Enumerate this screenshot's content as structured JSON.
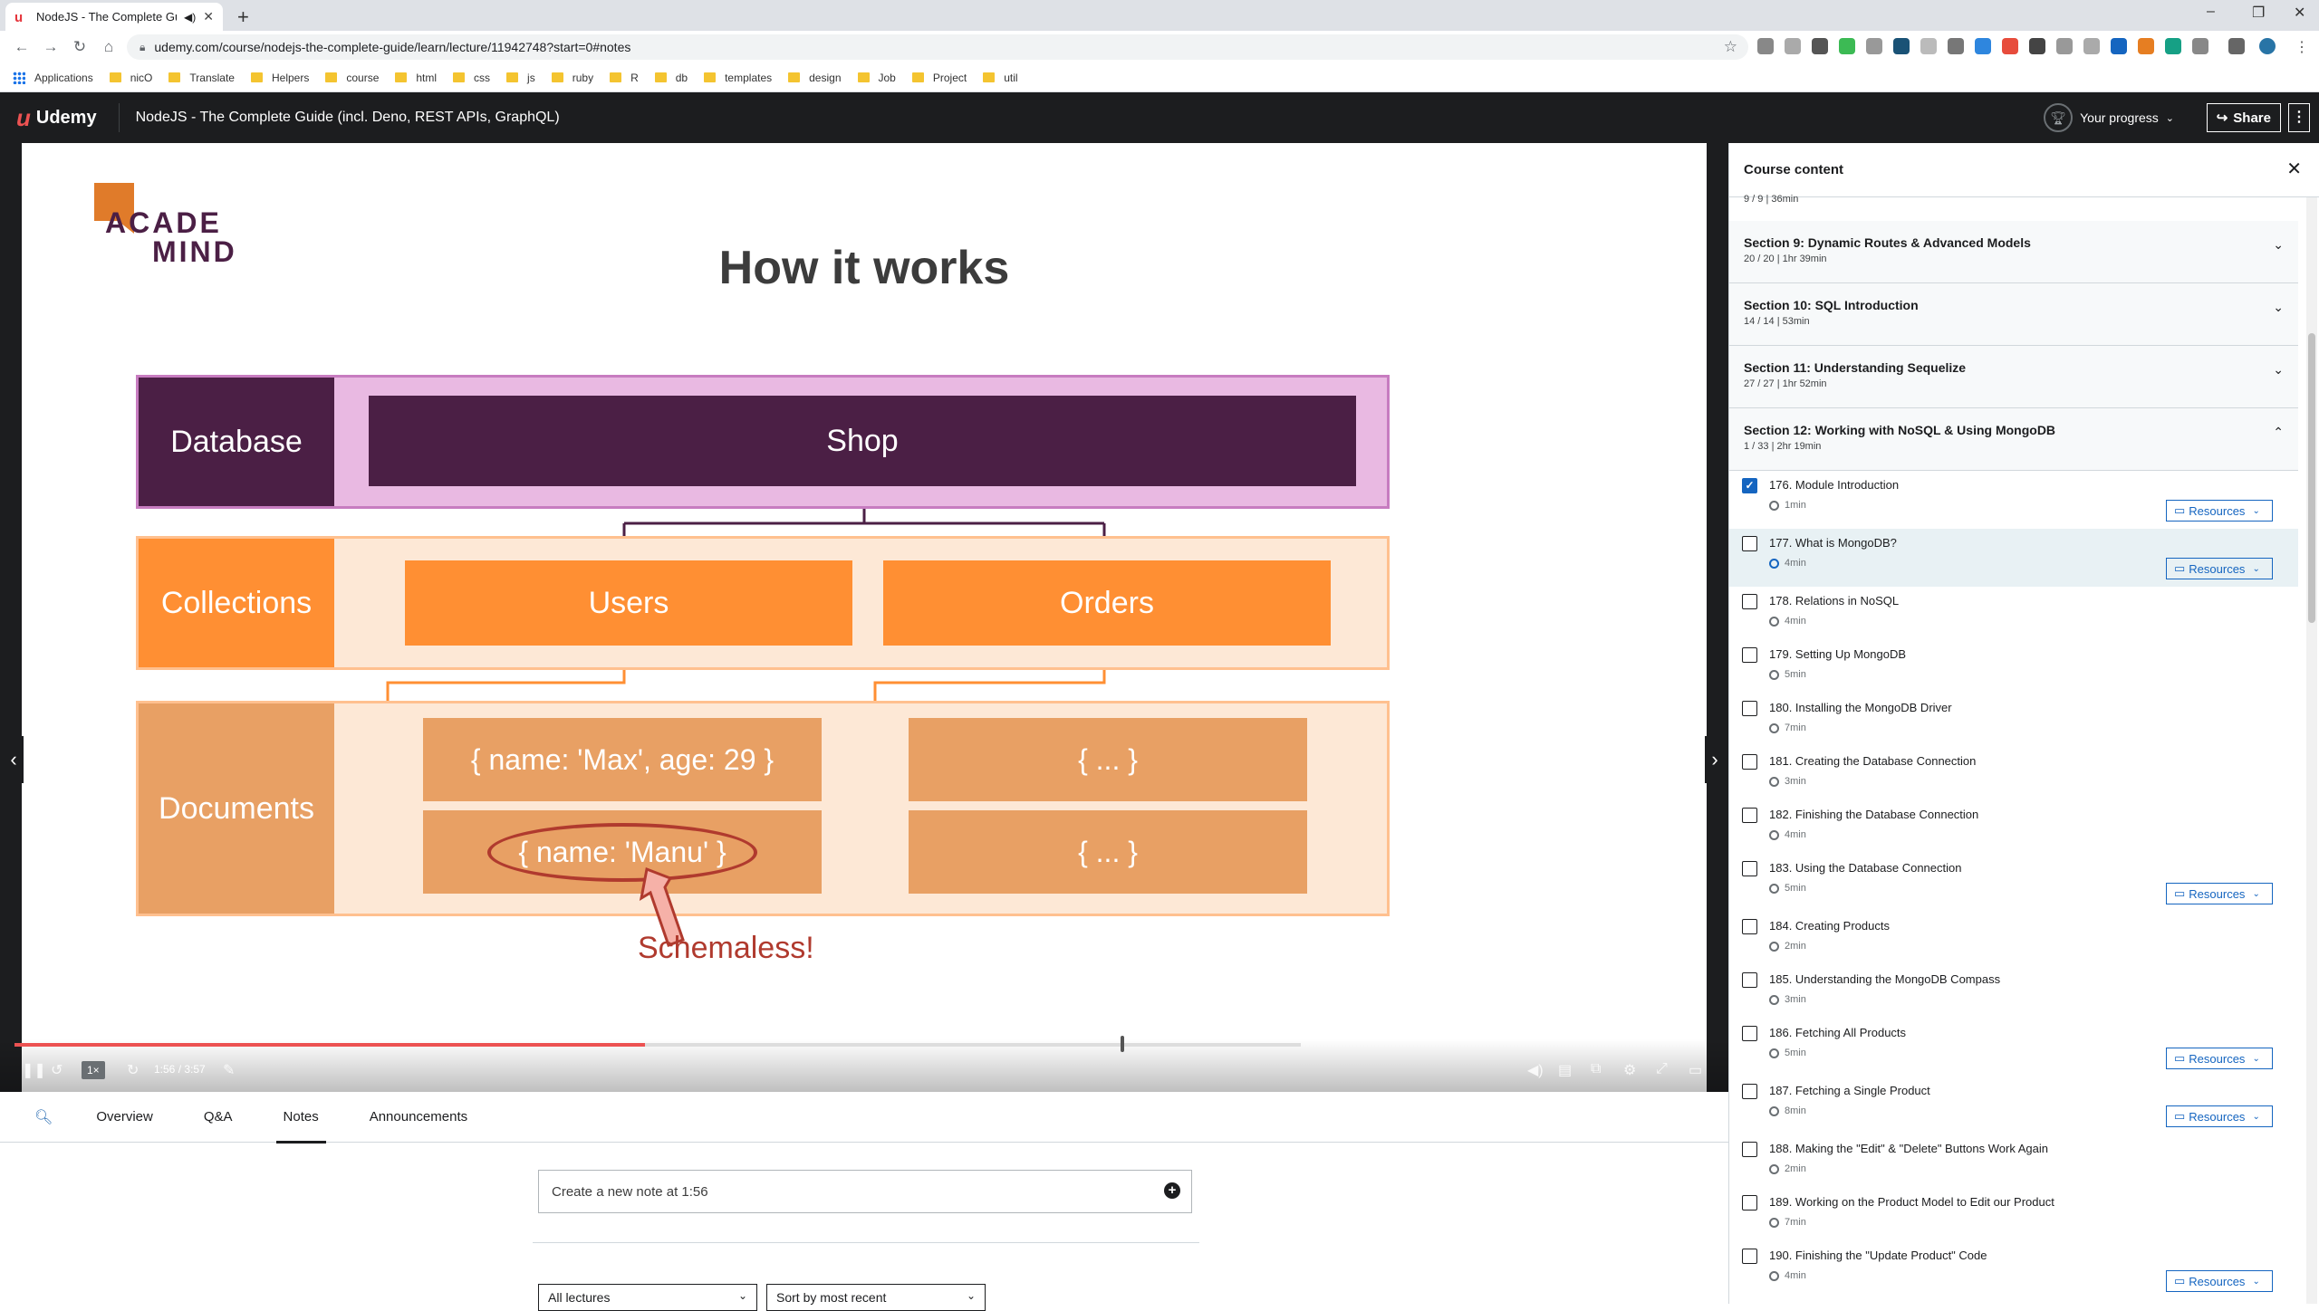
{
  "browser": {
    "tab_title": "NodeJS - The Complete Guide",
    "url": "udemy.com/course/nodejs-the-complete-guide/learn/lecture/11942748?start=0#notes",
    "bookmarks": [
      "Applications",
      "nicO",
      "Translate",
      "Helpers",
      "course",
      "html",
      "css",
      "js",
      "ruby",
      "R",
      "db",
      "templates",
      "design",
      "Job",
      "Project",
      "util"
    ]
  },
  "header": {
    "logo": "Udemy",
    "course_title": "NodeJS - The Complete Guide (incl. Deno, REST APIs, GraphQL)",
    "progress_label": "Your progress",
    "share_label": "Share"
  },
  "slide": {
    "logo_line1": "ACADE",
    "logo_line2": "MIND",
    "title": "How it works",
    "database_label": "Database",
    "shop_label": "Shop",
    "collections_label": "Collections",
    "users_label": "Users",
    "orders_label": "Orders",
    "documents_label": "Documents",
    "doc1": "{ name: 'Max', age: 29 }",
    "doc2": "{ name: 'Manu' }",
    "doc3": "{ ... }",
    "doc4": "{ ... }",
    "schemaless": "Schemaless!"
  },
  "player": {
    "rate": "1×",
    "time": "1:56 / 3:57",
    "progress_fraction": 0.49,
    "buffer_marker": 0.86
  },
  "lower_tabs": {
    "overview": "Overview",
    "qa": "Q&A",
    "notes": "Notes",
    "announcements": "Announcements"
  },
  "notes": {
    "placeholder": "Create a new note at 1:56",
    "filter_lectures": "All lectures",
    "sort": "Sort by most recent"
  },
  "sidebar": {
    "title": "Course content",
    "prev_meta": "9 / 9 | 36min",
    "sections": [
      {
        "title": "Section 9: Dynamic Routes & Advanced Models",
        "meta": "20 / 20 | 1hr 39min"
      },
      {
        "title": "Section 10: SQL Introduction",
        "meta": "14 / 14 | 53min"
      },
      {
        "title": "Section 11: Understanding Sequelize",
        "meta": "27 / 27 | 1hr 52min"
      },
      {
        "title": "Section 12: Working with NoSQL & Using MongoDB",
        "meta": "1 / 33 | 2hr 19min"
      }
    ],
    "resources_label": "Resources",
    "lectures": [
      {
        "title": "176. Module Introduction",
        "duration": "1min"
      },
      {
        "title": "177. What is MongoDB?",
        "duration": "4min"
      },
      {
        "title": "178. Relations in NoSQL",
        "duration": "4min"
      },
      {
        "title": "179. Setting Up MongoDB",
        "duration": "5min"
      },
      {
        "title": "180. Installing the MongoDB Driver",
        "duration": "7min"
      },
      {
        "title": "181. Creating the Database Connection",
        "duration": "3min"
      },
      {
        "title": "182. Finishing the Database Connection",
        "duration": "4min"
      },
      {
        "title": "183. Using the Database Connection",
        "duration": "5min"
      },
      {
        "title": "184. Creating Products",
        "duration": "2min"
      },
      {
        "title": "185. Understanding the MongoDB Compass",
        "duration": "3min"
      },
      {
        "title": "186. Fetching All Products",
        "duration": "5min"
      },
      {
        "title": "187. Fetching a Single Product",
        "duration": "8min"
      },
      {
        "title": "188. Making the \"Edit\" & \"Delete\" Buttons Work Again",
        "duration": "2min"
      },
      {
        "title": "189. Working on the Product Model to Edit our Product",
        "duration": "7min"
      },
      {
        "title": "190. Finishing the \"Update Product\" Code",
        "duration": "4min"
      }
    ]
  },
  "colors": {
    "udemy_red": "#ec5252",
    "db_purple": "#4b1f45",
    "collection_orange": "#ff8f33",
    "document_tan": "#e8a064",
    "link_blue": "#1565c0"
  }
}
